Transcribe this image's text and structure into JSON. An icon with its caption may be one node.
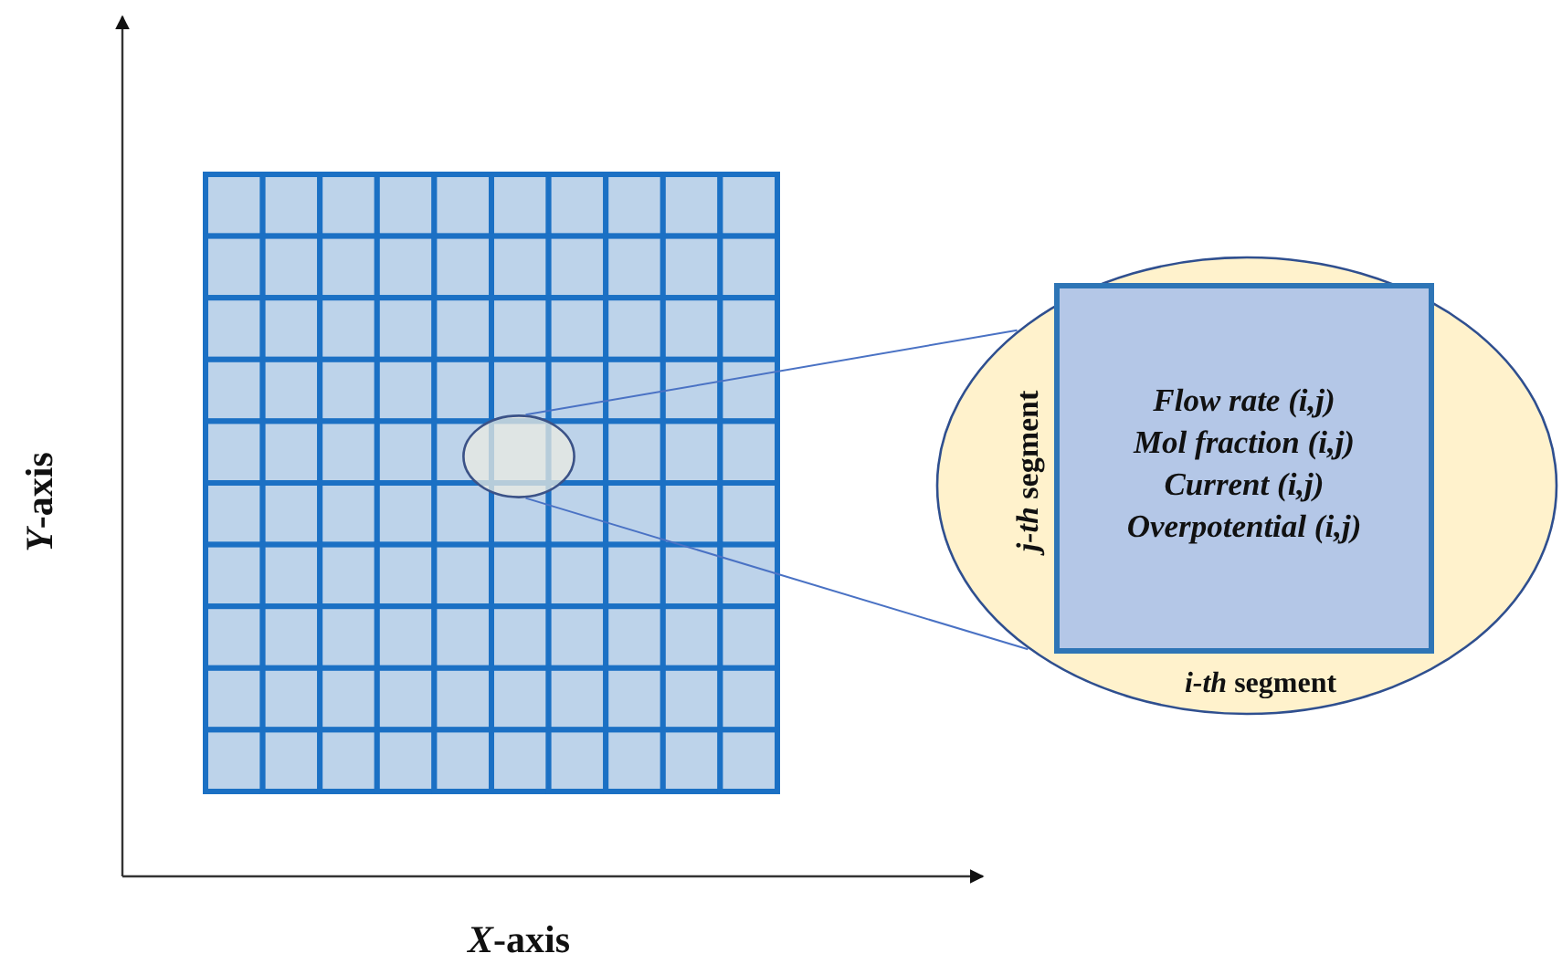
{
  "diagram": {
    "nodes": [
      {
        "text": [],
        "shape": "box"
      },
      {
        "text": [],
        "shape": "circle",
        "in": 0
      },
      {
        "text": [
          "*j-th* segment",
          "*i-th* segment"
        ]
      },
      {
        "text": [
          "Flow rate (i,j)",
          "Mol fraction (i,j)",
          "Current (i,j)",
          "Overpotential (i,j)"
        ],
        "in": 2
      }
    ],
    "edges": [
      {
        "from": 1,
        "to": 2,
        "arrow": "none"
      },
      {
        "from": 1,
        "to": 2,
        "arrow": "none"
      }
    ],
    "labels": [
      "*Y*-axis",
      "*X*-axis"
    ]
  }
}
